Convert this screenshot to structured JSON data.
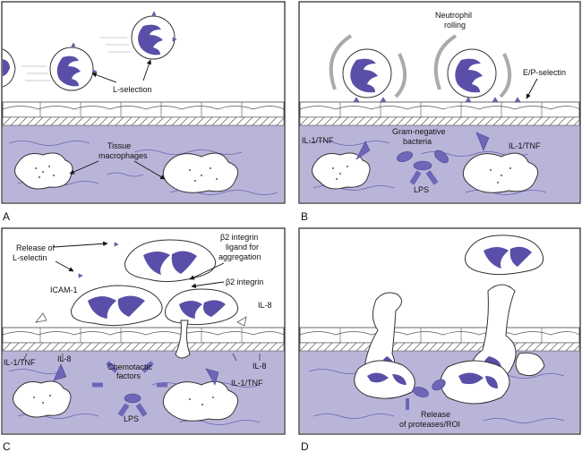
{
  "panels": {
    "A": {
      "letter": "A",
      "labels": {
        "l_selection": "L-selection",
        "tissue_macrophages_1": "Tissue",
        "tissue_macrophages_2": "macrophages"
      }
    },
    "B": {
      "letter": "B",
      "labels": {
        "neutrophil_rolling_1": "Neutrophil",
        "neutrophil_rolling_2": "rolling",
        "ep_selectin": "E/P-selectin",
        "il1_tnf_left": "IL-1/TNF",
        "il1_tnf_right": "IL-1/TNF",
        "gram_negative_1": "Gram-negative",
        "gram_negative_2": "bacteria",
        "lps": "LPS"
      }
    },
    "C": {
      "letter": "C",
      "labels": {
        "release_l_selectin_1": "Release of",
        "release_l_selectin_2": "L-selectin",
        "b2_ligand_1": "β2 integrin",
        "b2_ligand_2": "ligand for",
        "b2_ligand_3": "aggregation",
        "b2_integrin": "β2 integrin",
        "icam1": "ICAM-1",
        "il8_top": "IL-8",
        "il8_left": "IL-8",
        "il8_right": "IL-8",
        "il1_tnf_left": "IL-1/TNF",
        "il1_tnf_right": "IL-1/TNF",
        "chemotactic_1": "Chemotactic",
        "chemotactic_2": "factors",
        "lps": "LPS"
      }
    },
    "D": {
      "letter": "D",
      "labels": {
        "release_proteases_1": "Release",
        "release_proteases_2": "of proteases/ROI"
      }
    }
  },
  "colors": {
    "tissue": "#b9b5d9",
    "nucleus": "#5a4fa8",
    "accent": "#6f66b8"
  }
}
